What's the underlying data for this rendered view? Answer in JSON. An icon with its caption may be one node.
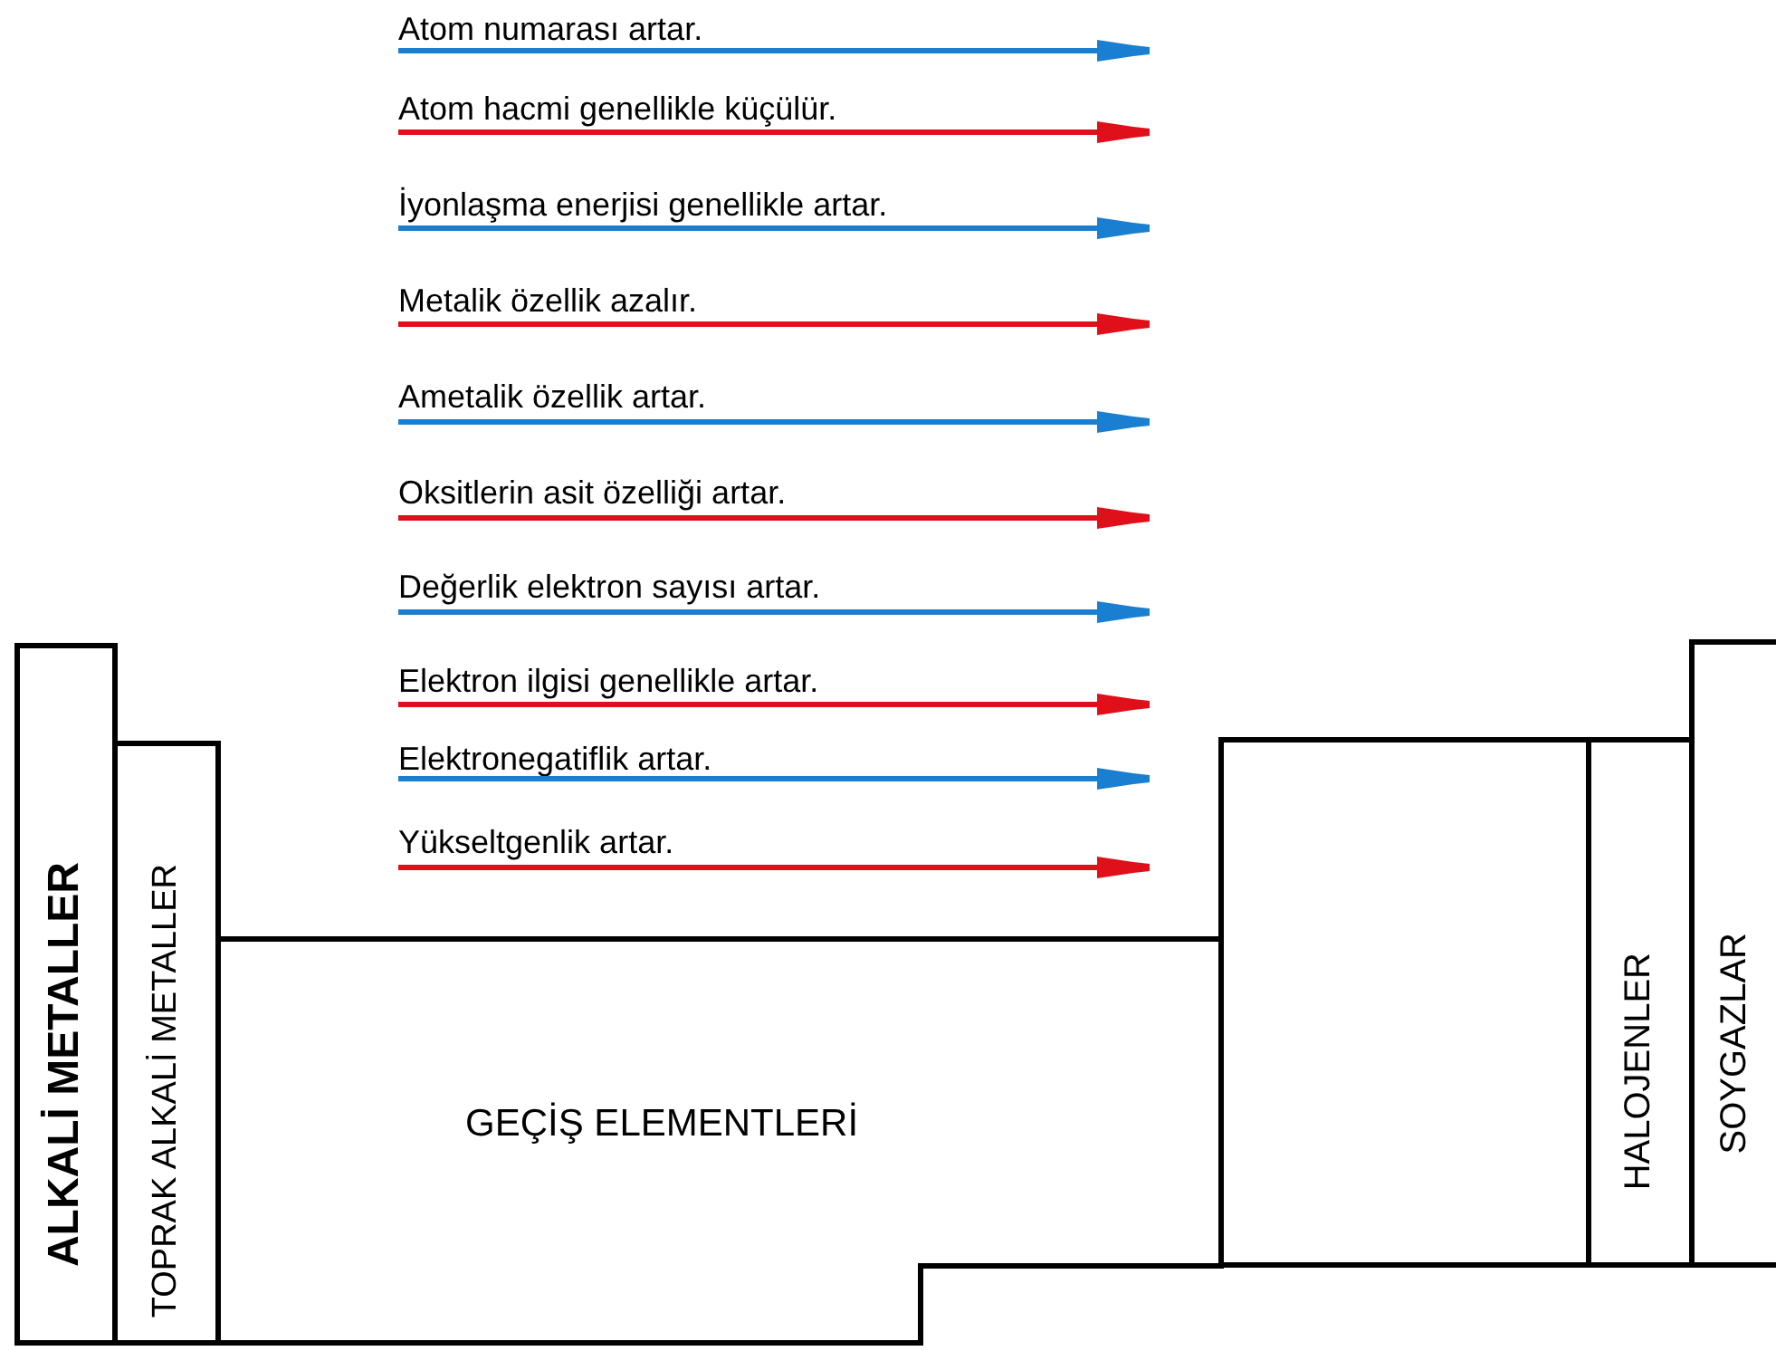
{
  "diagram": {
    "nodes": [
      {
        "text": [
          "ALKALİ METALLER"
        ]
      },
      {
        "text": [
          "TOPRAK ALKALİ METALLER"
        ]
      },
      {
        "text": [
          "GEÇİŞ ELEMENTLERİ"
        ]
      },
      {
        "text": [],
        "shape": "box"
      },
      {
        "text": [
          "HALOJENLER"
        ]
      },
      {
        "text": [
          "SOYGAZLAR"
        ]
      }
    ],
    "labels": [
      "Atom numarası artar.",
      "Atom hacmi genellikle küçülür.",
      "İyonlaşma enerjisi genellikle artar.",
      "Metalik özellik azalır.",
      "Ametalik özellik artar.",
      "Oksitlerin asit özelliği artar.",
      "Değerlik elektron sayısı artar.",
      "Elektron ilgisi genellikle artar.",
      "Elektronegatiflik artar.",
      "Yükseltgenlik artar."
    ]
  }
}
